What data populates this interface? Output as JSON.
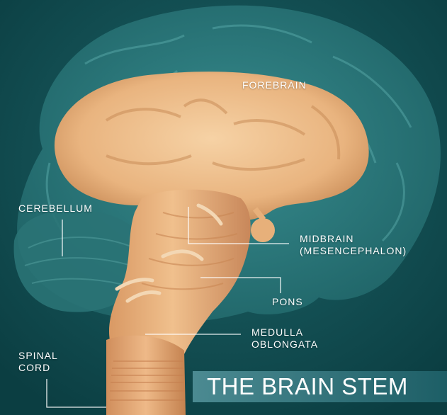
{
  "title": "THE BRAIN STEM",
  "labels": {
    "forebrain": "FOREBRAIN",
    "cerebellum": "CEREBELLUM",
    "midbrain": "MIDBRAIN\n(MESENCEPHALON)",
    "pons": "PONS",
    "medulla": "MEDULLA\nOBLONGATA",
    "spinal_cord": "SPINAL\nCORD"
  },
  "colors": {
    "background": "#0f4a4e",
    "brain_shell": "#2c7e80",
    "forebrain": "#eab985",
    "brainstem": "#e2a670",
    "banner": "#2f7880",
    "label_text": "#ffffff"
  }
}
